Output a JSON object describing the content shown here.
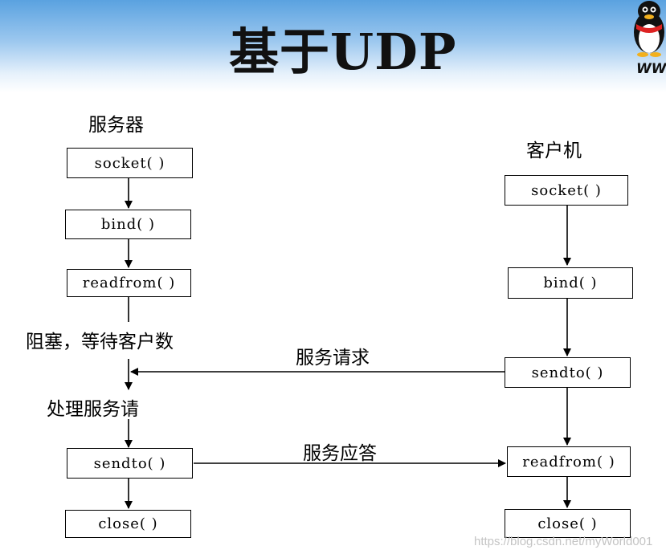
{
  "header": {
    "title": "基于UDP",
    "logo_text": "WWW"
  },
  "server": {
    "heading": "服务器",
    "steps": [
      "socket( )",
      "bind( )",
      "readfrom( )",
      "sendto( )",
      "close( )"
    ],
    "block_note": "阻塞，等待客户数",
    "process_note": "处理服务请"
  },
  "client": {
    "heading": "客户机",
    "steps": [
      "socket( )",
      "bind( )",
      "sendto( )",
      "readfrom( )",
      "close( )"
    ]
  },
  "messages": {
    "request": "服务请求",
    "response": "服务应答"
  },
  "watermark": "https://blog.csdn.net/myWorld001"
}
